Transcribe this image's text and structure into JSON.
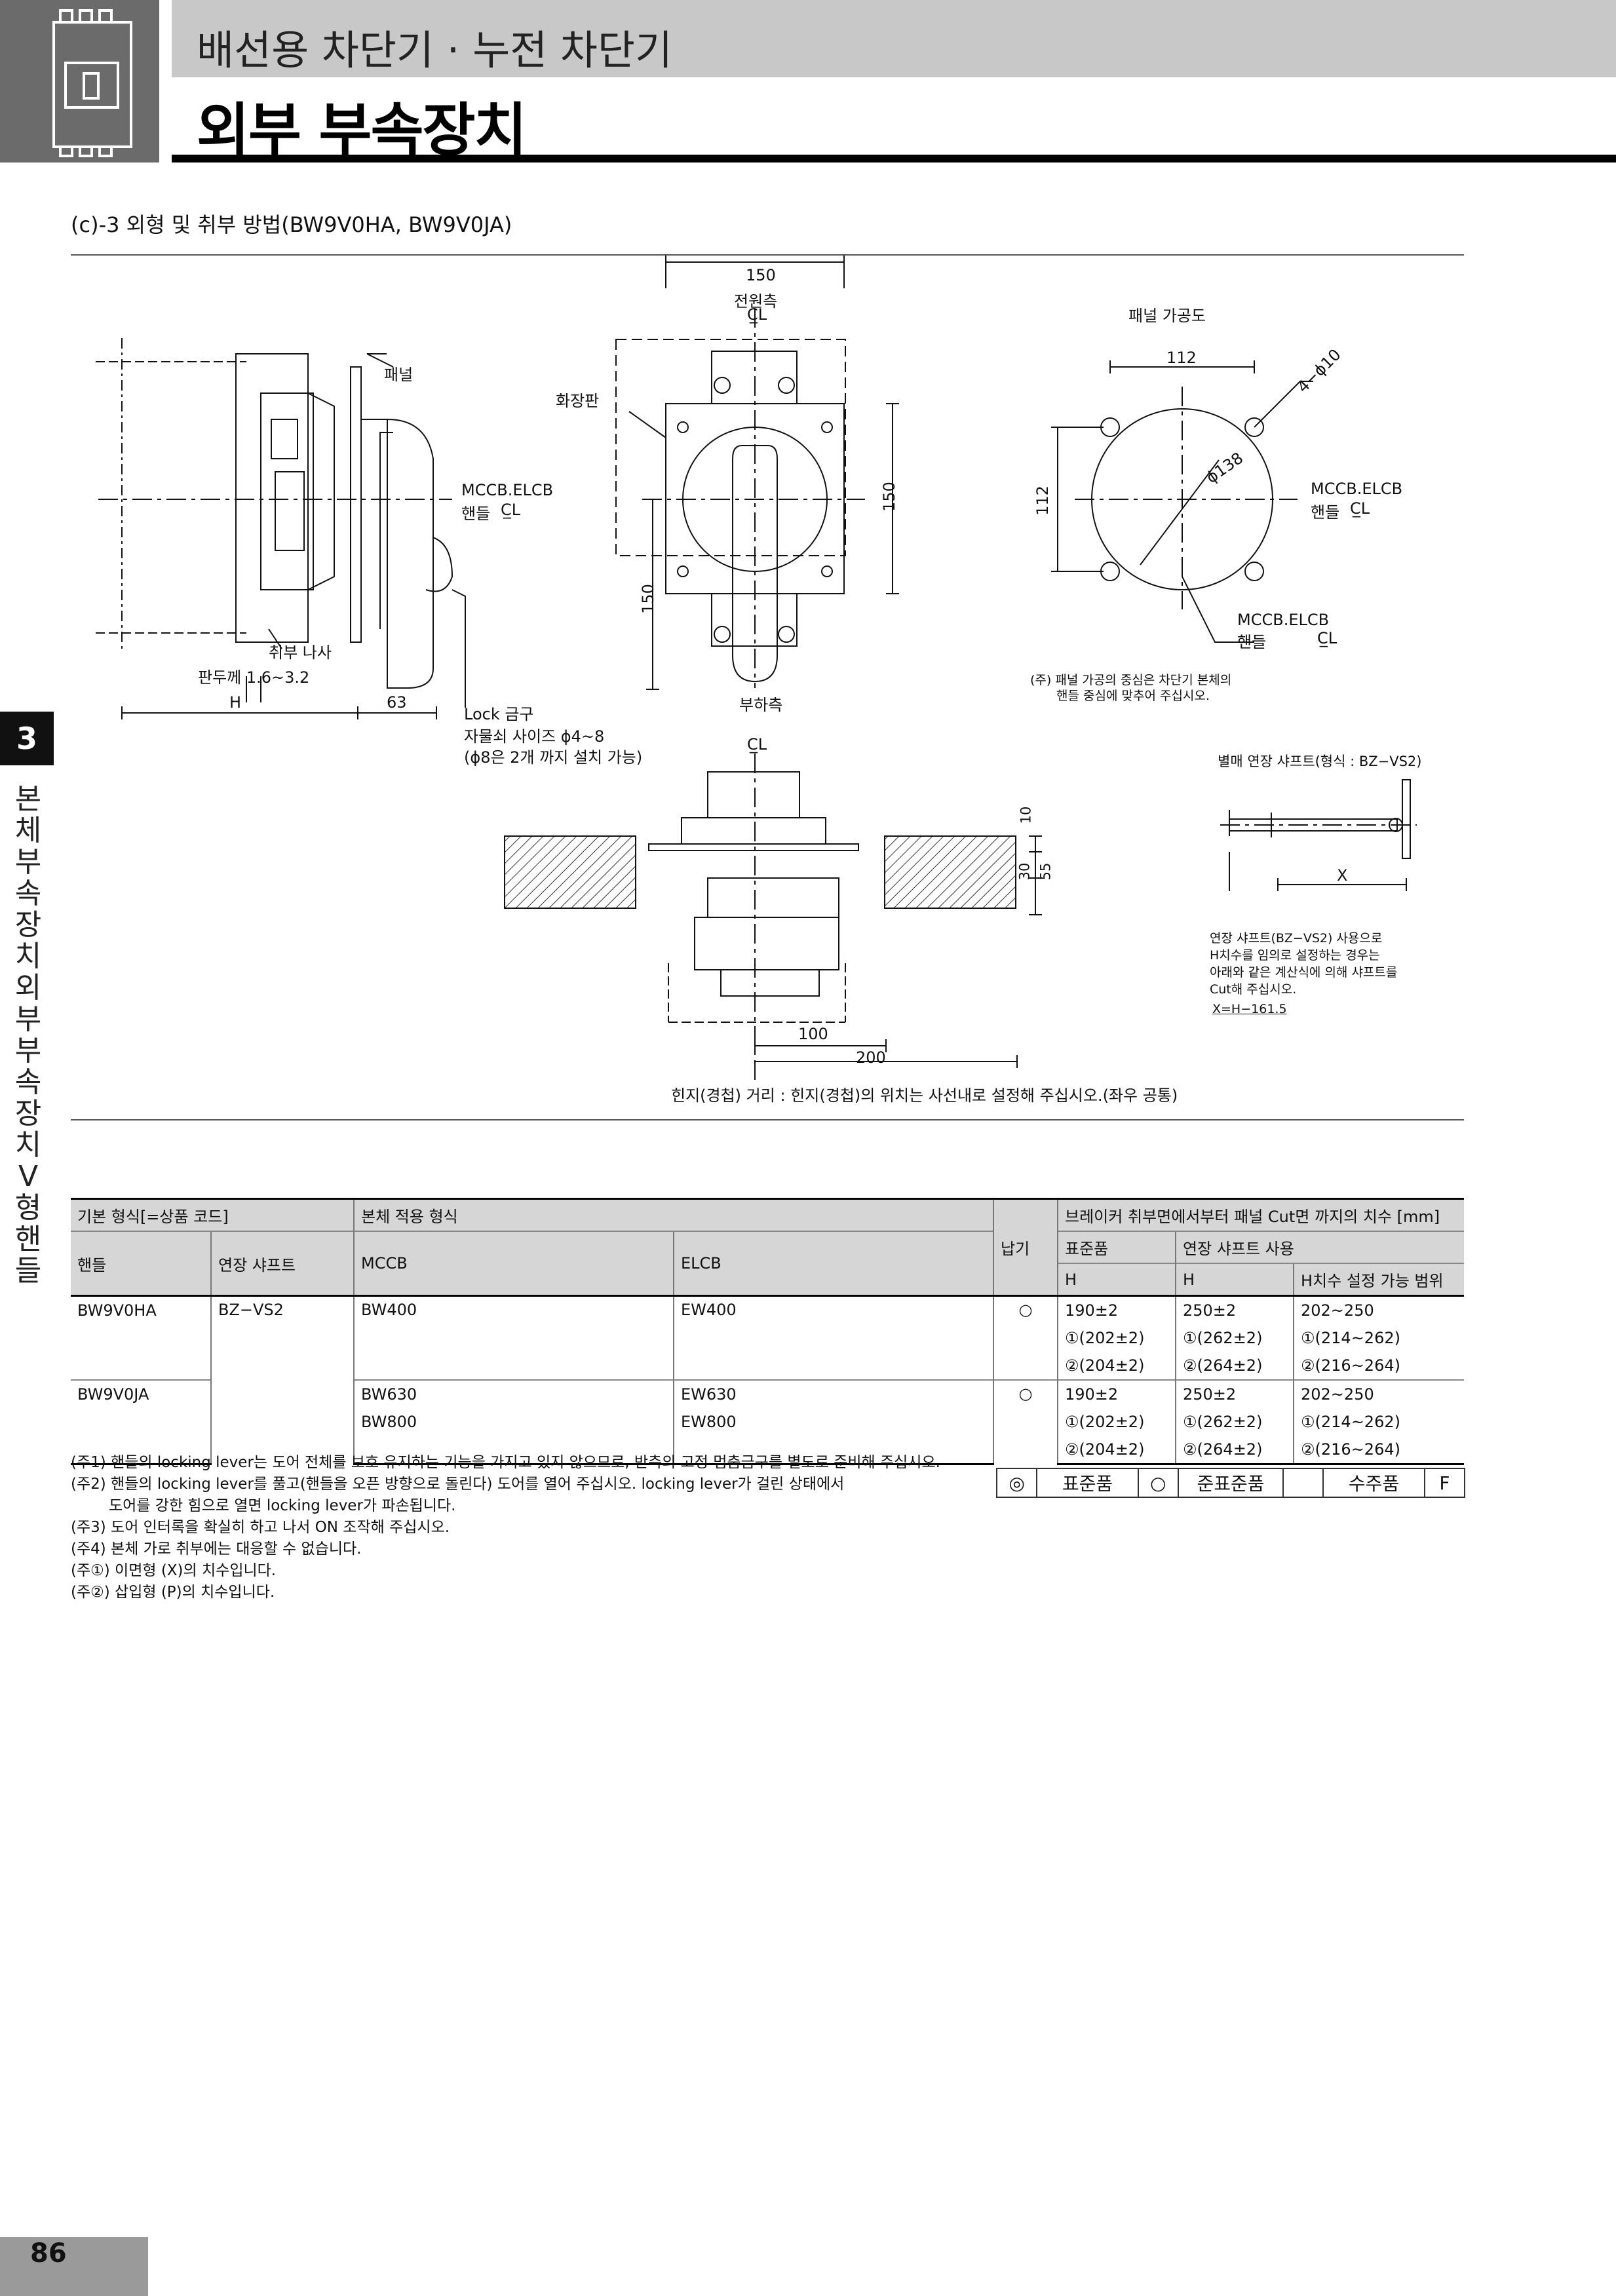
{
  "header": {
    "subtitle": "배선용 차단기 · 누전 차단기",
    "title": "외부 부속장치"
  },
  "side": {
    "chapter": "3",
    "label": "본체 부속장치 외부 부속장치 V형 핸들"
  },
  "section": {
    "title": "(c)-3  외형 및 취부 방법(BW9V0HA, BW9V0JA)"
  },
  "drawing": {
    "side_view": {
      "panel": "패널",
      "handle_axis": "MCCB.ELCB",
      "handle_axis2": "핸들",
      "cl": "C̲L",
      "mount_screw": "취부 나사",
      "panel_thickness": "판두께 1.6~3.2",
      "dim_h": "H",
      "dim_63": "63",
      "lock": "Lock 금구",
      "lock_size": "자물쇠 사이즈  ϕ4~8",
      "lock_note": "(ϕ8은 2개 까지 설치 가능)"
    },
    "front_view": {
      "dim_150_top": "150",
      "source_side": "전원측",
      "cl": "C̲L",
      "escutcheon": "화장판",
      "dim_150_right": "150",
      "dim_150_left": "150",
      "load_side": "부하측"
    },
    "panel_cut": {
      "title": "패널 가공도",
      "dim_112_top": "112",
      "holes": "4−ϕ10",
      "dim_112_left": "112",
      "hole_dia": "ϕ138",
      "axis1": "MCCB.ELCB",
      "axis1b": "핸들",
      "axis2": "MCCB.ELCB",
      "axis2b": "핸들",
      "cl": "C̲L",
      "note1": "(주) 패널 가공의 중심은 차단기 본체의",
      "note2": "핸들 중심에 맞추어 주십시오."
    },
    "hinge_view": {
      "cl": "C̲L",
      "dim_10": "10",
      "dim_30": "30",
      "dim_55": "55",
      "dim_100": "100",
      "dim_200": "200",
      "caption": "힌지(경첩) 거리 : 힌지(경첩)의 위치는 사선내로 설정해 주십시오.(좌우 공통)"
    },
    "shaft": {
      "title": "별매 연장 샤프트(형식 : BZ−VS2)",
      "dim_x": "X",
      "note1": "연장 샤프트(BZ−VS2) 사용으로",
      "note2": "H치수를 임의로 설정하는 경우는",
      "note3": "아래와 같은 계산식에 의해 샤프트를",
      "note4": "Cut해 주십시오.",
      "formula": "X=H−161.5"
    }
  },
  "table": {
    "head1": {
      "basic": "기본 형식[=상품 코드]",
      "body": "본체 적용 형식",
      "delivery": "납기",
      "dims": "브레이커 취부면에서부터 패널 Cut면 까지의 치수 [mm]"
    },
    "head2": {
      "handle": "핸들",
      "shaft": "연장 샤프트",
      "mccb": "MCCB",
      "elcb": "ELCB",
      "standard": "표준품",
      "ext_use": "연장 샤프트 사용"
    },
    "head3": {
      "h1": "H",
      "h2": "H",
      "range": "H치수 설정 가능 범위"
    },
    "rows": [
      [
        "BW9V0HA",
        "BZ−VS2",
        "BW400",
        "EW400",
        "○",
        "190±2",
        "250±2",
        "202~250"
      ],
      [
        "",
        "",
        "",
        "",
        "",
        "①(202±2)",
        "①(262±2)",
        "①(214~262)"
      ],
      [
        "",
        "",
        "",
        "",
        "",
        "②(204±2)",
        "②(264±2)",
        "②(216~264)"
      ],
      [
        "BW9V0JA",
        "",
        "BW630",
        "EW630",
        "○",
        "190±2",
        "250±2",
        "202~250"
      ],
      [
        "",
        "",
        "BW800",
        "EW800",
        "",
        "①(202±2)",
        "①(262±2)",
        "①(214~262)"
      ],
      [
        "",
        "",
        "",
        "",
        "",
        "②(204±2)",
        "②(264±2)",
        "②(216~264)"
      ]
    ]
  },
  "notes": [
    "(주1) 핸들의 locking lever는 도어 전체를 보호 유지하는 기능을 가지고 있지 않으므로, 반측의 고정 멈춤금구를 별도로 준비해 주십시오.",
    "(주2) 핸들의 locking lever를 풀고(핸들을 오픈 방향으로 돌린다) 도어를 열어 주십시오. locking lever가 걸린 상태에서",
    "         도어를 강한 힘으로 열면 locking lever가 파손됩니다.",
    "(주3) 도어 인터록을 확실히 하고 나서 ON 조작해 주십시오.",
    "(주4) 본체 가로 취부에는 대응할 수 없습니다.",
    "(주①) 이면형 (X)의 치수입니다.",
    "(주②) 삽입형 (P)의 치수입니다."
  ],
  "legend": {
    "sym1": "◎",
    "lbl1": "표준품",
    "sym2": "○",
    "lbl2": "준표준품",
    "sym3": "",
    "lbl3": "수주품",
    "sym4": "F"
  },
  "page": {
    "number": "86"
  }
}
